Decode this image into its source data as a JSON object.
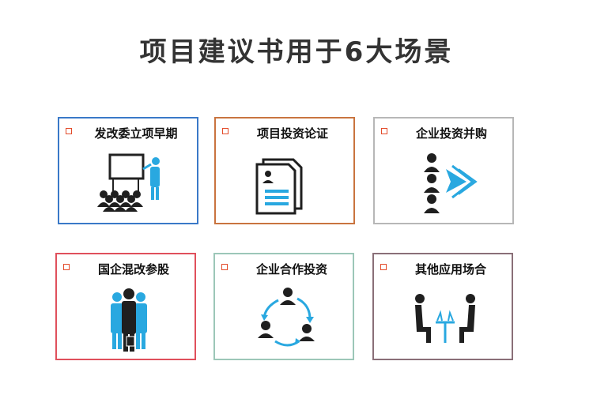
{
  "title": "项目建议书用于6大场景",
  "cards": [
    {
      "label": "发改委立项早期",
      "border": "#3a79c8",
      "icon": "presentation-icon"
    },
    {
      "label": "项目投资论证",
      "border": "#c9743f",
      "icon": "document-icon"
    },
    {
      "label": "企业投资并购",
      "border": "#b7b7b7",
      "icon": "merger-icon"
    },
    {
      "label": "国企混改参股",
      "border": "#e0505c",
      "icon": "business-team-icon"
    },
    {
      "label": "企业合作投资",
      "border": "#9cc7b8",
      "icon": "cooperation-cycle-icon"
    },
    {
      "label": "其他应用场合",
      "border": "#8a6f78",
      "icon": "meeting-icon"
    }
  ],
  "colors": {
    "accent_blue": "#29a8e0",
    "dark": "#1f1f1f",
    "checkbox": "#e34b2a"
  }
}
